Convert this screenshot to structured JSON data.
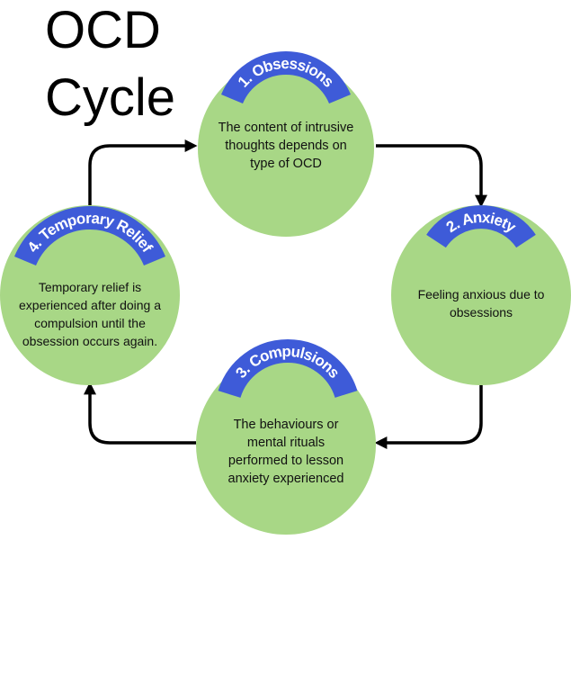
{
  "title": {
    "line1": "OCD",
    "line2": "Cycle"
  },
  "colors": {
    "circle_fill": "#a8d786",
    "banner_fill": "#3e5bd8",
    "arrow": "#000000",
    "text": "#111111"
  },
  "stages": [
    {
      "label": "1. Obsessions",
      "description": "The content of intrusive thoughts depends on type of OCD"
    },
    {
      "label": "2. Anxiety",
      "description": "Feeling anxious due to obsessions"
    },
    {
      "label": "3. Compulsions",
      "description": "The behaviours or mental rituals performed to lesson anxiety experienced"
    },
    {
      "label": "4. Temporary Relief",
      "description": "Temporary relief is experienced after doing a compulsion until the obsession occurs again."
    }
  ]
}
